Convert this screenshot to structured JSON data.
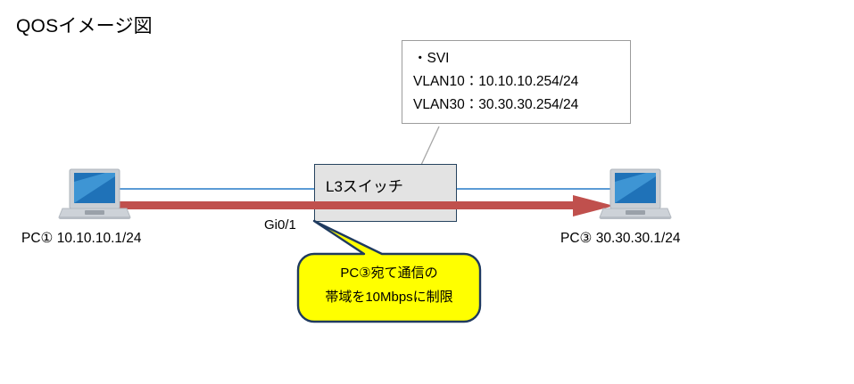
{
  "page": {
    "title": "QOSイメージ図"
  },
  "svi_box": {
    "name": "svi-info-box",
    "lines": [
      "・SVI",
      "VLAN10：10.10.10.254/24",
      "VLAN30：30.30.30.254/24"
    ]
  },
  "switch": {
    "label": "L3スイッチ",
    "port_label": "Gi0/1",
    "fill_color": "#e3e3e3",
    "border_color": "#26435f"
  },
  "endpoints": [
    {
      "id": "pc1",
      "label": "PC①  10.10.10.1/24",
      "icon": "laptop-icon"
    },
    {
      "id": "pc3",
      "label": "PC③  30.30.30.1/24",
      "icon": "laptop-icon"
    }
  ],
  "links": {
    "blue_line_color": "#5b9bd5",
    "flow_arrow_color": "#c0504d",
    "leader_line_color": "#a6a6a6"
  },
  "callout": {
    "lines": [
      "PC③宛て通信の",
      "帯域を10Mbpsに制限"
    ],
    "fill_color": "#ffff00",
    "border_color": "#1f3a5f"
  }
}
